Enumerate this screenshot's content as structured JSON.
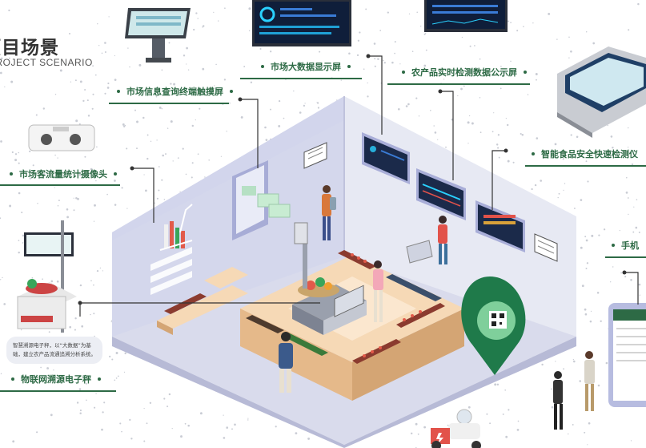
{
  "title": {
    "main": "项目场景",
    "sub": "PROJECT SCENARIO"
  },
  "labels": {
    "kiosk": "市场信息查询终端触摸屏",
    "bigscreen": "市场大数据显示屏",
    "realtime": "农产品实时检测数据公示屏",
    "detector": "智能食品安全快速检测仪",
    "camera": "市场客流量统计摄像头",
    "scale": "物联网溯源电子秤",
    "phone": "手机"
  },
  "scale_caption": "智慧溯源电子秤，以“大数据”为基础，建立农产品流通追溯分析系统。",
  "colors": {
    "accent_green": "#2d6a45",
    "floor": "#d9dbec",
    "wall": "#c9cce5",
    "counter": "#f0c79a"
  }
}
